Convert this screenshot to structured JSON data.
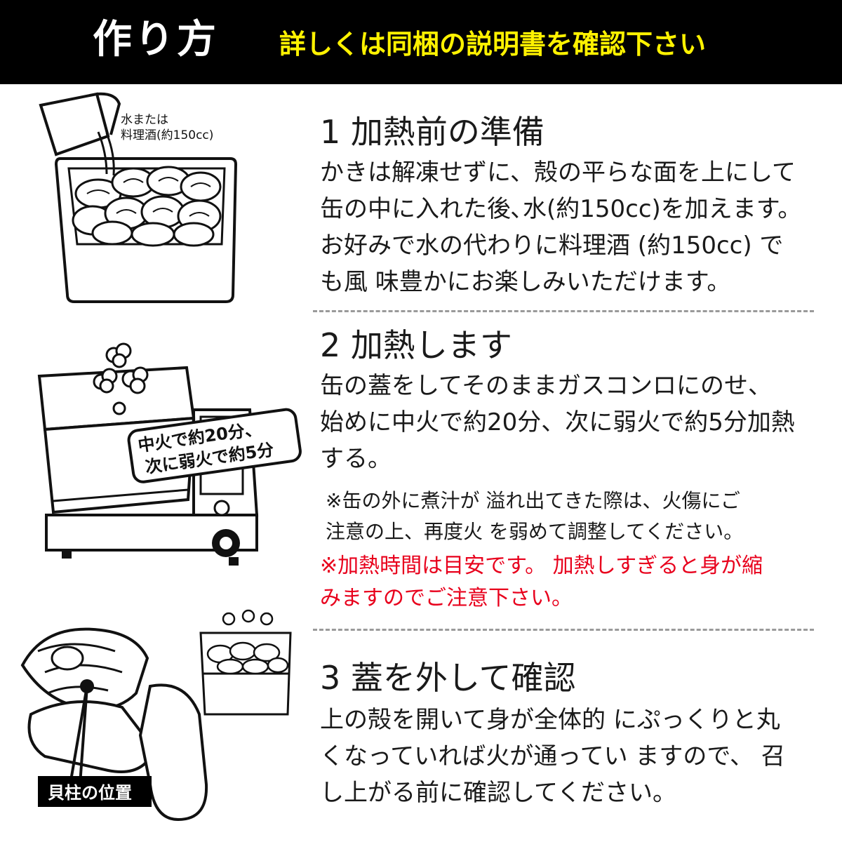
{
  "header": {
    "title": "作り方",
    "subtitle": "詳しくは同梱の説明書を確認下さい"
  },
  "steps": [
    {
      "title": "1 加熱前の準備",
      "body": "かきは解凍せずに、殻の平らな面を上にして\n缶の中に入れた後､水(約150cc)を加えます。\nお好みで水の代わりに料理酒 (約150cc) で\nも風 味豊かにお楽しみいただけます。",
      "illustration_label_1": "水または",
      "illustration_label_2": "料理酒(約150cc)"
    },
    {
      "title": "2 加熱します",
      "body": "缶の蓋をしてそのままガスコンロにのせ、\n始めに中火で約20分、次に弱火で約5分加熱\nする。",
      "note": "※缶の外に煮汁が 溢れ出てきた際は、火傷にご\n注意の上、再度火 を弱めて調整してください。",
      "warning": "※加熱時間は目安です。 加熱しすぎると身が縮\nみますのでご注意下さい。",
      "badge_line_1": "中火で約20分、",
      "badge_line_2": "次に弱火で約5分"
    },
    {
      "title": "3 蓋を外して確認",
      "body": "上の殻を開いて身が全体的 にぷっくりと丸\nくなっていれば火が通ってい ますので、 召\nし上がる前に確認してください。",
      "label": "貝柱の位置"
    }
  ],
  "colors": {
    "header_bg": "#000000",
    "header_title": "#ffffff",
    "header_subtitle": "#fff200",
    "warning": "#e8001c"
  }
}
